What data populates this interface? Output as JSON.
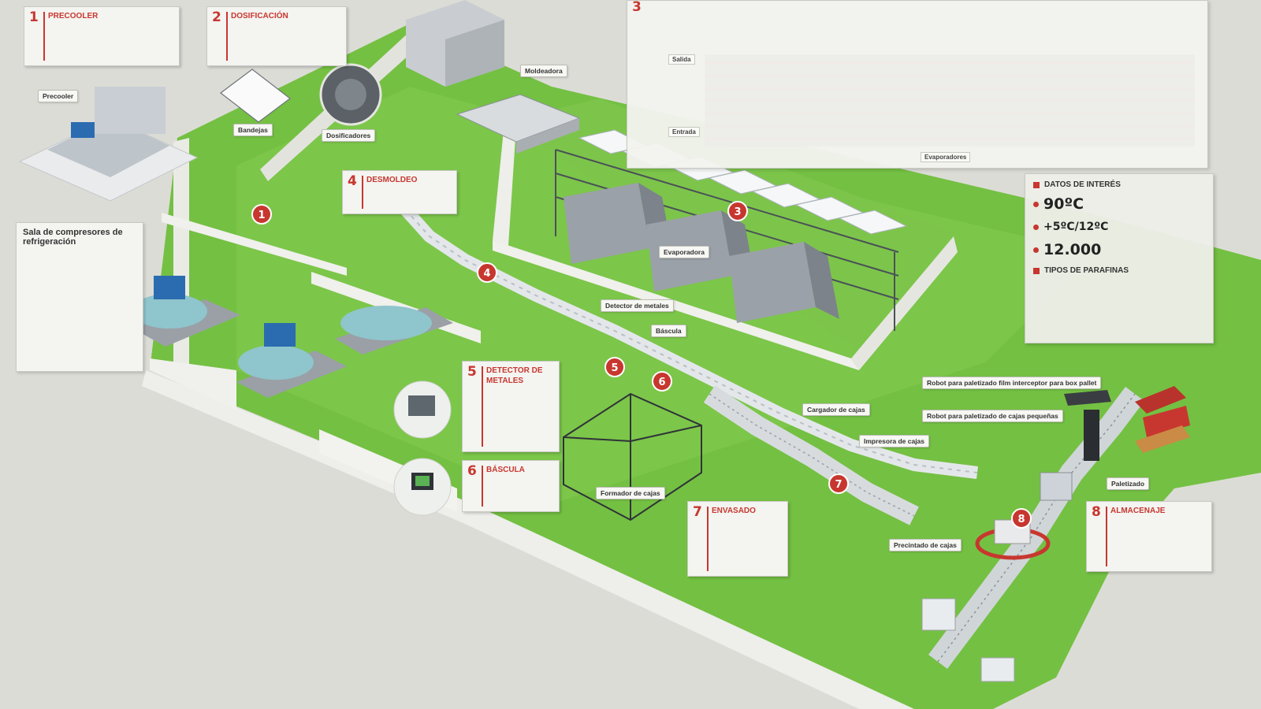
{
  "callouts": [
    {
      "num": "1",
      "title": "Precooler",
      "body": ""
    },
    {
      "num": "2",
      "title": "Dosificación",
      "body": ""
    },
    {
      "num": "3",
      "body": ""
    },
    {
      "num": "4",
      "title": "Desmoldeo",
      "body": ""
    },
    {
      "num": "5",
      "title": "Detector de metales",
      "body": ""
    },
    {
      "num": "6",
      "title": "Báscula",
      "body": ""
    },
    {
      "num": "7",
      "title": "Envasado",
      "body": ""
    },
    {
      "num": "8",
      "title": "Almacenaje",
      "body": ""
    }
  ],
  "sala": {
    "title": "Sala de compresores de refrigeración",
    "body": ""
  },
  "labels": {
    "precooler": "Precooler",
    "bandejas": "Bandejas",
    "dosificadores": "Dosificadores",
    "moldeadora": "Moldeadora",
    "evaporadora": "Evaporadora",
    "detector": "Detector de metales",
    "bascula": "Báscula",
    "cargador": "Cargador de cajas",
    "impresora": "Impresora de cajas",
    "robot_pallet": "Robot para paletizado film interceptor para box pallet",
    "robot_cajas": "Robot para paletizado de cajas pequeñas",
    "paletizado": "Paletizado",
    "formador": "Formador de cajas",
    "precintado": "Precintado de cajas",
    "salida": "Salida",
    "entrada": "Entrada",
    "evaporadores": "Evaporadores"
  },
  "shelf": {
    "intro": "",
    "col_labels": [
      "",
      "",
      ""
    ]
  },
  "datos": {
    "title": "Datos de interés",
    "items": [
      {
        "value": "90ºC",
        "desc": ""
      },
      {
        "value": "+5ºC/12ºC",
        "desc": ""
      },
      {
        "value": "12.000",
        "desc": ""
      }
    ],
    "tipos_title": "Tipos de parafinas",
    "tipos_lines": [
      "",
      ""
    ]
  },
  "pins": [
    "1",
    "3",
    "4",
    "5",
    "6",
    "7",
    "8"
  ],
  "colors": {
    "floor": "#74c043",
    "floor_light": "#8ed25a",
    "wall": "#e9e9e4",
    "accent": "#c7372f",
    "machine": "#b5bcc3",
    "roller": "#d9dde0"
  }
}
